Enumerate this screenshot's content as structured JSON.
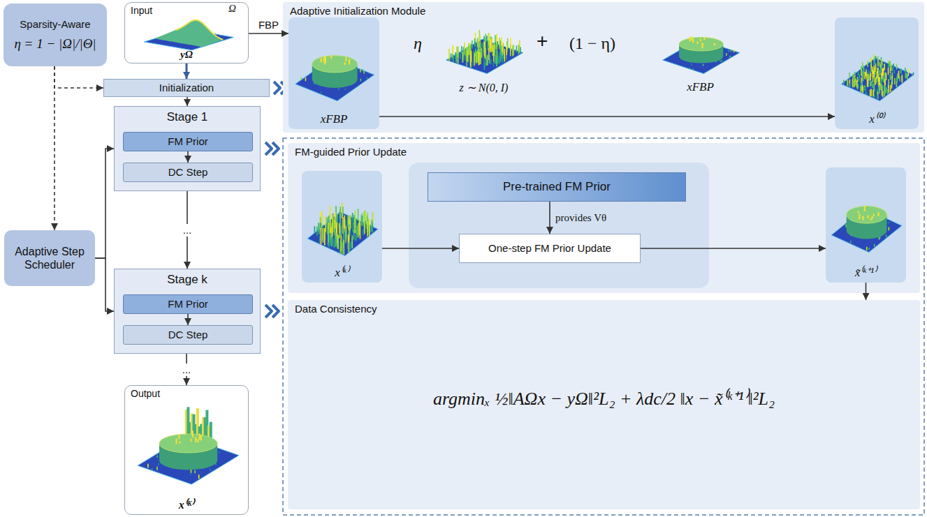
{
  "diagram": {
    "nodes": [
      {
        "text": [
          "Sparsity-Aware",
          "η = 1 − |Ω|/|Θ|"
        ]
      },
      {
        "text": [
          "Input",
          "yΩ"
        ]
      },
      {
        "text": [
          "Initialization"
        ]
      },
      {
        "text": [
          "Stage 1"
        ]
      },
      {
        "text": [
          "FM Prior"
        ],
        "in": 3
      },
      {
        "text": [
          "DC Step"
        ],
        "in": 3
      },
      {
        "text": [
          "Stage k"
        ]
      },
      {
        "text": [
          "FM Prior"
        ],
        "in": 6
      },
      {
        "text": [
          "DC Step"
        ],
        "in": 6
      },
      {
        "text": [
          "Output",
          "x⁽ᴷ⁾"
        ]
      },
      {
        "text": [
          "Adaptive Step Scheduler"
        ]
      },
      {
        "text": [
          "Adaptive Initialization Module"
        ]
      },
      {
        "text": [
          "xFBP"
        ],
        "in": 11
      },
      {
        "text": [
          "z ∼ N(0, I)"
        ],
        "in": 11
      },
      {
        "text": [
          "xFBP"
        ],
        "in": 11
      },
      {
        "text": [
          "x⁽⁰⁾"
        ],
        "in": 11
      },
      {
        "text": [
          "FM-guided Prior Update"
        ]
      },
      {
        "text": [
          "x⁽ᵏ⁾"
        ],
        "in": 16
      },
      {
        "text": [
          "Pre-trained FM Prior"
        ],
        "in": 16
      },
      {
        "text": [
          "One-step FM Prior Update"
        ],
        "in": 16
      },
      {
        "text": [
          "x̃⁽ᵏ⁺¹⁾"
        ],
        "in": 16
      },
      {
        "text": [
          "Data Consistency",
          "argminₓ ½‖AΩx − yΩ‖²L₂ + λdc/2 ‖x − x̃⁽ᵏ⁺¹⁾‖²L₂"
        ]
      }
    ],
    "edges": [
      {
        "from": 1,
        "to": 2,
        "arrow": "to"
      },
      {
        "from": 1,
        "to": 12,
        "arrow": "to",
        "label": "FBP"
      },
      {
        "from": 0,
        "to": 2,
        "arrow": "to"
      },
      {
        "from": 0,
        "to": 10,
        "arrow": "to"
      },
      {
        "from": 2,
        "to": 3,
        "arrow": "to"
      },
      {
        "from": 4,
        "to": 5,
        "arrow": "to"
      },
      {
        "from": 3,
        "to": 6,
        "arrow": "to",
        "label": "..."
      },
      {
        "from": 7,
        "to": 8,
        "arrow": "to"
      },
      {
        "from": 6,
        "to": 9,
        "arrow": "to",
        "label": "..."
      },
      {
        "from": 10,
        "to": 3,
        "arrow": "to"
      },
      {
        "from": 10,
        "to": 6,
        "arrow": "to"
      },
      {
        "from": 12,
        "to": 15,
        "arrow": "to"
      },
      {
        "from": 17,
        "to": 19,
        "arrow": "to"
      },
      {
        "from": 18,
        "to": 19,
        "arrow": "to",
        "label": "provides Vθ"
      },
      {
        "from": 19,
        "to": 20,
        "arrow": "to"
      },
      {
        "from": 20,
        "to": 21,
        "arrow": "to"
      }
    ],
    "labels": [
      "Ω",
      "η",
      "+",
      "(1 − η)"
    ]
  }
}
